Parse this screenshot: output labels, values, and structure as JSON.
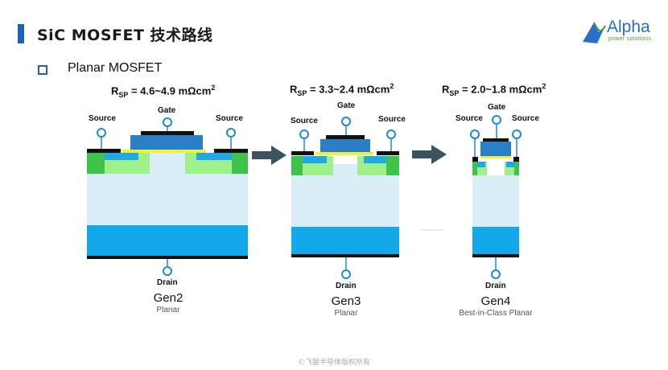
{
  "header": {
    "title": "SiC MOSFET 技术路线"
  },
  "logo": {
    "name": "Alpha",
    "tagline": "power solutions"
  },
  "section": {
    "label": "Planar MOSFET"
  },
  "generations": [
    {
      "rsp_prefix": "R",
      "rsp_sub": "SP",
      "rsp_value": " = 4.6~4.9 mΩcm",
      "rsp_sup": "2",
      "name": "Gen2",
      "type": "Planar",
      "labels": {
        "source_left": "Source",
        "gate": "Gate",
        "source_right": "Source",
        "drain": "Drain"
      }
    },
    {
      "rsp_prefix": "R",
      "rsp_sub": "SP",
      "rsp_value": " = 3.3~2.4 mΩcm",
      "rsp_sup": "2",
      "name": "Gen3",
      "type": "Planar",
      "labels": {
        "source_left": "Source",
        "gate": "Gate",
        "source_right": "Source",
        "drain": "Drain"
      }
    },
    {
      "rsp_prefix": "R",
      "rsp_sub": "SP",
      "rsp_value": " = 2.0~1.8 mΩcm",
      "rsp_sup": "2",
      "name": "Gen4",
      "type": "Best-in-Class Planar",
      "labels": {
        "source_left": "Source",
        "gate": "Gate",
        "source_right": "Source",
        "drain": "Drain"
      }
    }
  ],
  "colors": {
    "accent": "#1e63b0",
    "drift": "#d9eef7",
    "substrate": "#12a8ea",
    "metal": "#111111",
    "gate_poly": "#2a7fc6",
    "oxide": "#f2ef3a",
    "p_well": "#9df08a",
    "p_plus": "#3fc24c",
    "n_plus": "#21a9e6",
    "arrow": "#3b5360",
    "label_ring": "#1e8ad6"
  },
  "footer": {
    "text": "©飞猩半导体版权所有"
  }
}
